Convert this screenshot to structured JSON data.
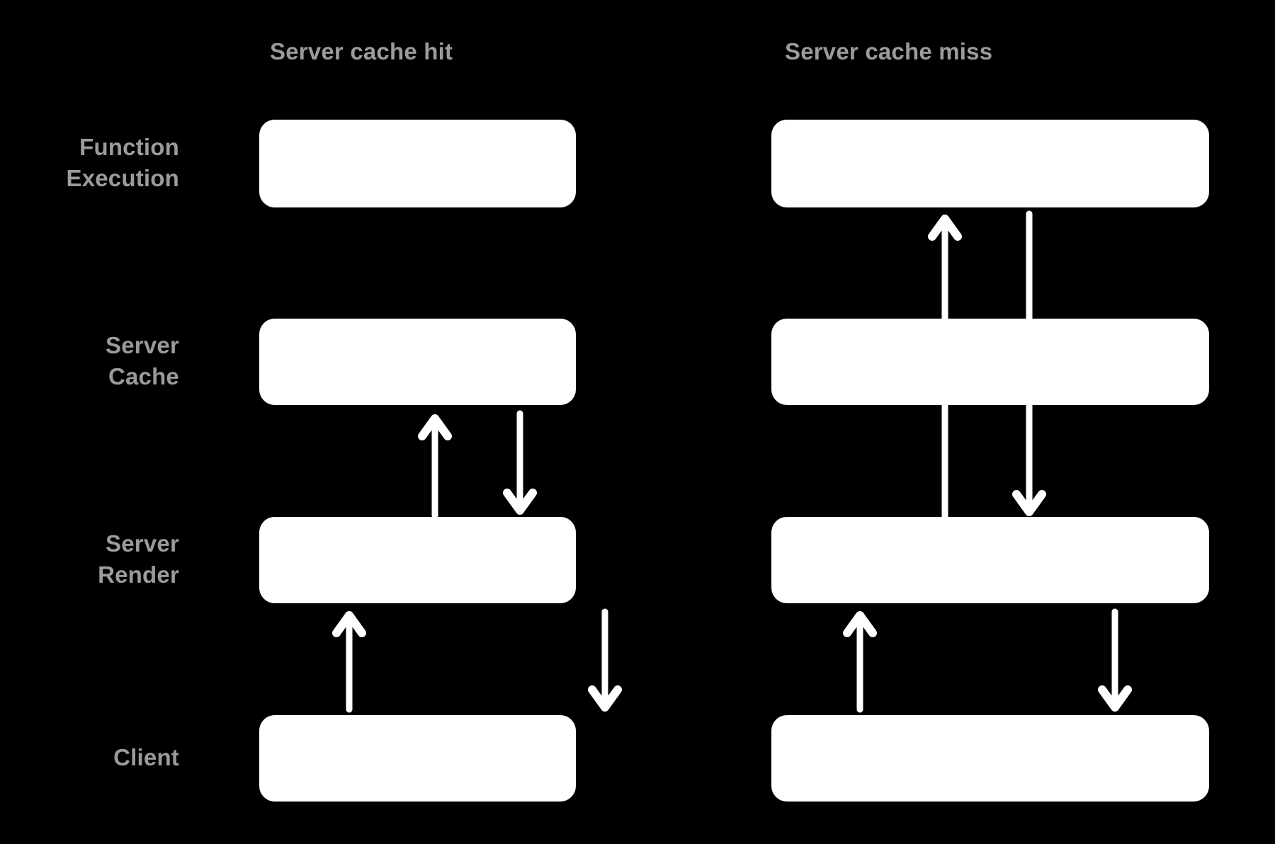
{
  "diagram": {
    "title_row_labels": [
      "Function Execution",
      "Server Cache",
      "Server Render",
      "Client"
    ],
    "background_color": "#000000",
    "box_color": "#ffffff",
    "label_color": "#9b9b9b",
    "arrow_color": "#ffffff"
  },
  "rows": [
    {
      "id": "function-execution",
      "label": "Function\nExecution"
    },
    {
      "id": "server-cache",
      "label": "Server\nCache"
    },
    {
      "id": "server-render",
      "label": "Server\nRender"
    },
    {
      "id": "client",
      "label": "Client"
    }
  ],
  "columns": [
    {
      "id": "server-cache-hit",
      "heading": "Server cache hit"
    },
    {
      "id": "server-cache-miss",
      "heading": "Server cache miss"
    }
  ],
  "boxes": [
    {
      "id": "hit-function-execution",
      "column": "server-cache-hit",
      "row": "function-execution"
    },
    {
      "id": "hit-server-cache",
      "column": "server-cache-hit",
      "row": "server-cache"
    },
    {
      "id": "hit-server-render",
      "column": "server-cache-hit",
      "row": "server-render"
    },
    {
      "id": "hit-client",
      "column": "server-cache-hit",
      "row": "client"
    },
    {
      "id": "miss-function-execution",
      "column": "server-cache-miss",
      "row": "function-execution"
    },
    {
      "id": "miss-server-cache",
      "column": "server-cache-miss",
      "row": "server-cache"
    },
    {
      "id": "miss-server-render",
      "column": "server-cache-miss",
      "row": "server-render"
    },
    {
      "id": "miss-client",
      "column": "server-cache-miss",
      "row": "client"
    }
  ],
  "arrows": [
    {
      "id": "hit-render-to-cache",
      "column": "server-cache-hit",
      "direction": "up",
      "from": "server-render",
      "to": "server-cache"
    },
    {
      "id": "hit-cache-to-render",
      "column": "server-cache-hit",
      "direction": "down",
      "from": "server-cache",
      "to": "server-render"
    },
    {
      "id": "hit-client-to-render",
      "column": "server-cache-hit",
      "direction": "up",
      "from": "client",
      "to": "server-render"
    },
    {
      "id": "hit-render-to-client",
      "column": "server-cache-hit",
      "direction": "down",
      "from": "server-render",
      "to": "client"
    },
    {
      "id": "miss-render-to-function",
      "column": "server-cache-miss",
      "direction": "up",
      "from": "server-render",
      "to": "function-execution"
    },
    {
      "id": "miss-function-to-render",
      "column": "server-cache-miss",
      "direction": "down",
      "from": "function-execution",
      "to": "server-render"
    },
    {
      "id": "miss-client-to-render",
      "column": "server-cache-miss",
      "direction": "up",
      "from": "client",
      "to": "server-render"
    },
    {
      "id": "miss-render-to-client",
      "column": "server-cache-miss",
      "direction": "down",
      "from": "server-render",
      "to": "client"
    }
  ]
}
